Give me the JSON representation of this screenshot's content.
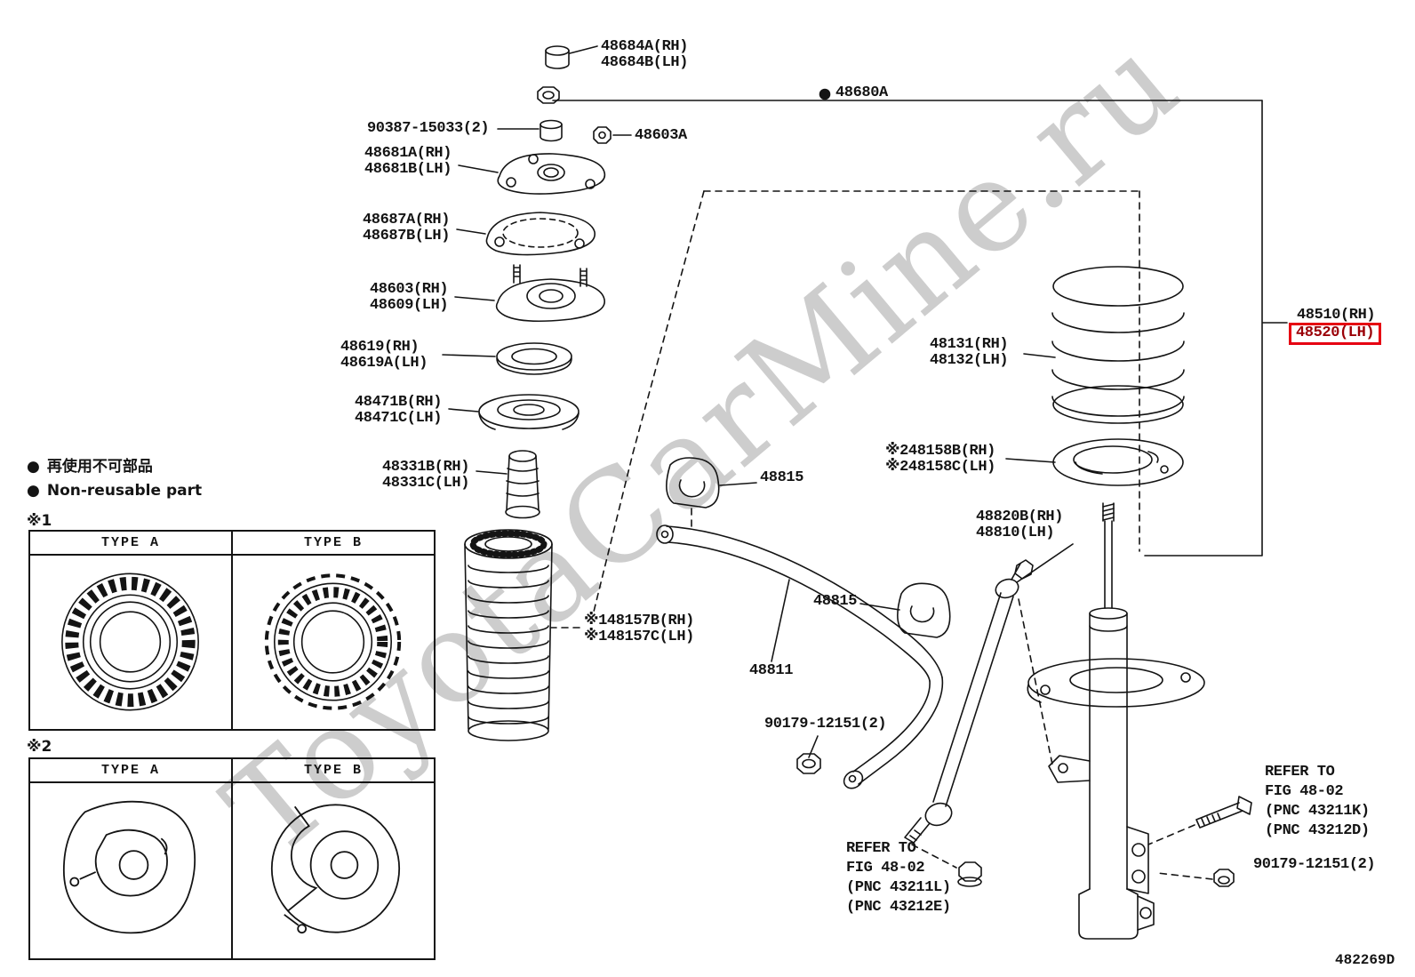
{
  "watermark": "ToyotaCarMine.ru",
  "doc_code": "482269D",
  "legend": {
    "bullet": "●",
    "jp": "再使用不可部品",
    "en": "Non-reusable part"
  },
  "notes": {
    "n1": "※1",
    "n2": "※2"
  },
  "parts": {
    "cap_rh": "48684A(RH)",
    "cap_lh": "48684B(LH)",
    "rod_set": "48680A",
    "bushing": "90387-15033(2)",
    "nut_small": "48603A",
    "support_rh": "48681A(RH)",
    "support_lh": "48681B(LH)",
    "gasket_rh": "48687A(RH)",
    "gasket_lh": "48687B(LH)",
    "mount_rh": "48603(RH)",
    "mount_lh": "48609(LH)",
    "bearing_rh": "48619(RH)",
    "bearing_lh": "48619A(LH)",
    "ins_upper_rh": "48471B(RH)",
    "ins_upper_lh": "48471C(LH)",
    "bumper_rh": "48331B(RH)",
    "bumper_lh": "48331C(LH)",
    "spring_rh": "48131(RH)",
    "spring_lh": "48132(LH)",
    "absorber_rh": "48510(RH)",
    "absorber_lh": "48520(LH)",
    "ins_lower_rh": "※248158B(RH)",
    "ins_lower_lh": "※248158C(LH)",
    "link_rh": "48820B(RH)",
    "link_lh": "48810(LH)",
    "bush_upper": "48815",
    "bush_lower": "48815",
    "boot_rh": "※148157B(RH)",
    "boot_lh": "※148157C(LH)",
    "bar": "48811",
    "nut_left": "90179-12151(2)",
    "nut_right": "90179-12151(2)"
  },
  "refer_left": {
    "l1": "REFER TO",
    "l2": "FIG 48-02",
    "l3": "(PNC 43211L)",
    "l4": "(PNC 43212E)"
  },
  "refer_right": {
    "l1": "REFER TO",
    "l2": "FIG 48-02",
    "l3": "(PNC 43211K)",
    "l4": "(PNC 43212D)"
  },
  "tables": {
    "t1": {
      "a": "TYPE A",
      "b": "TYPE B"
    },
    "t2": {
      "a": "TYPE A",
      "b": "TYPE B"
    }
  }
}
